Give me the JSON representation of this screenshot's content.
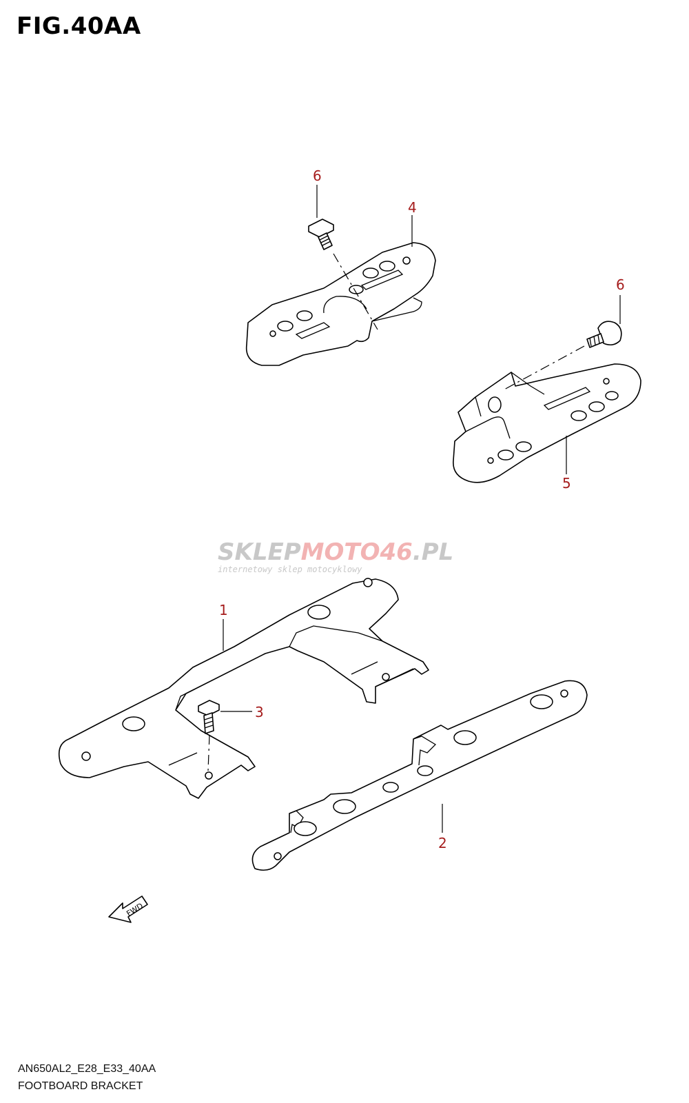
{
  "figure": {
    "title": "FIG.40AA",
    "model_code": "AN650AL2_E28_E33_40AA",
    "name": "FOOTBOARD BRACKET"
  },
  "callouts": {
    "c1": "1",
    "c2": "2",
    "c3": "3",
    "c4": "4",
    "c5": "5",
    "c6a": "6",
    "c6b": "6"
  },
  "watermark": {
    "part1": "SKLEP",
    "part2": "MOTO",
    "part3": "46",
    "part4": ".PL",
    "subtitle": "internetowy sklep motocyklowy"
  },
  "fwd_label": "FWD",
  "colors": {
    "callout": "#a51c1c",
    "watermark_gray": "#c8c8c8",
    "watermark_red": "#f2b3b3"
  }
}
